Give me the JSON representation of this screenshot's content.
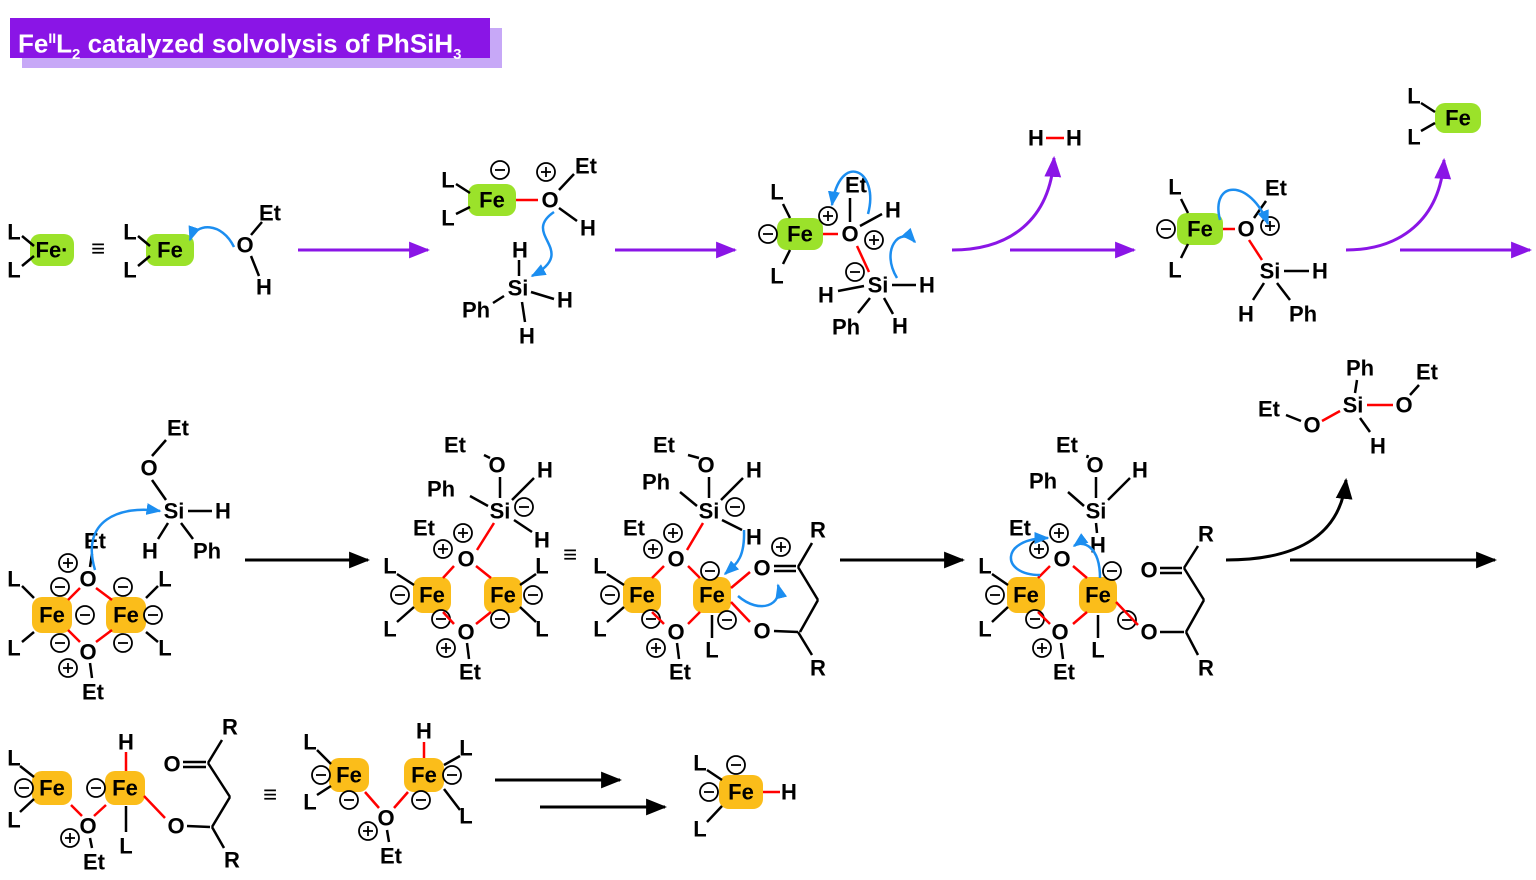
{
  "title": {
    "prefix": "Fe",
    "sup": "II",
    "mid": "L",
    "sub": "2",
    "main": " catalyzed solvolysis of PhSiH",
    "sub2": "3"
  },
  "symbols": {
    "fe": "Fe",
    "fe_dot": "Fe·",
    "ligand": "L",
    "ethyl": "Et",
    "oxygen": "O",
    "hydrogen": "H",
    "silicon": "Si",
    "phenyl": "Ph",
    "r_group": "R",
    "h2": "H",
    "equiv": "≡",
    "plus": "+",
    "minus": "−"
  },
  "colors": {
    "title_bg": "#8a15e6",
    "title_shadow": "#c7a8f7",
    "fe_monomer": "#9be22a",
    "fe_dimer": "#fbbd1a",
    "purple_arrow": "#8a15e6",
    "blue_arrow": "#1c8ef0",
    "red_bond": "#ff0000"
  }
}
